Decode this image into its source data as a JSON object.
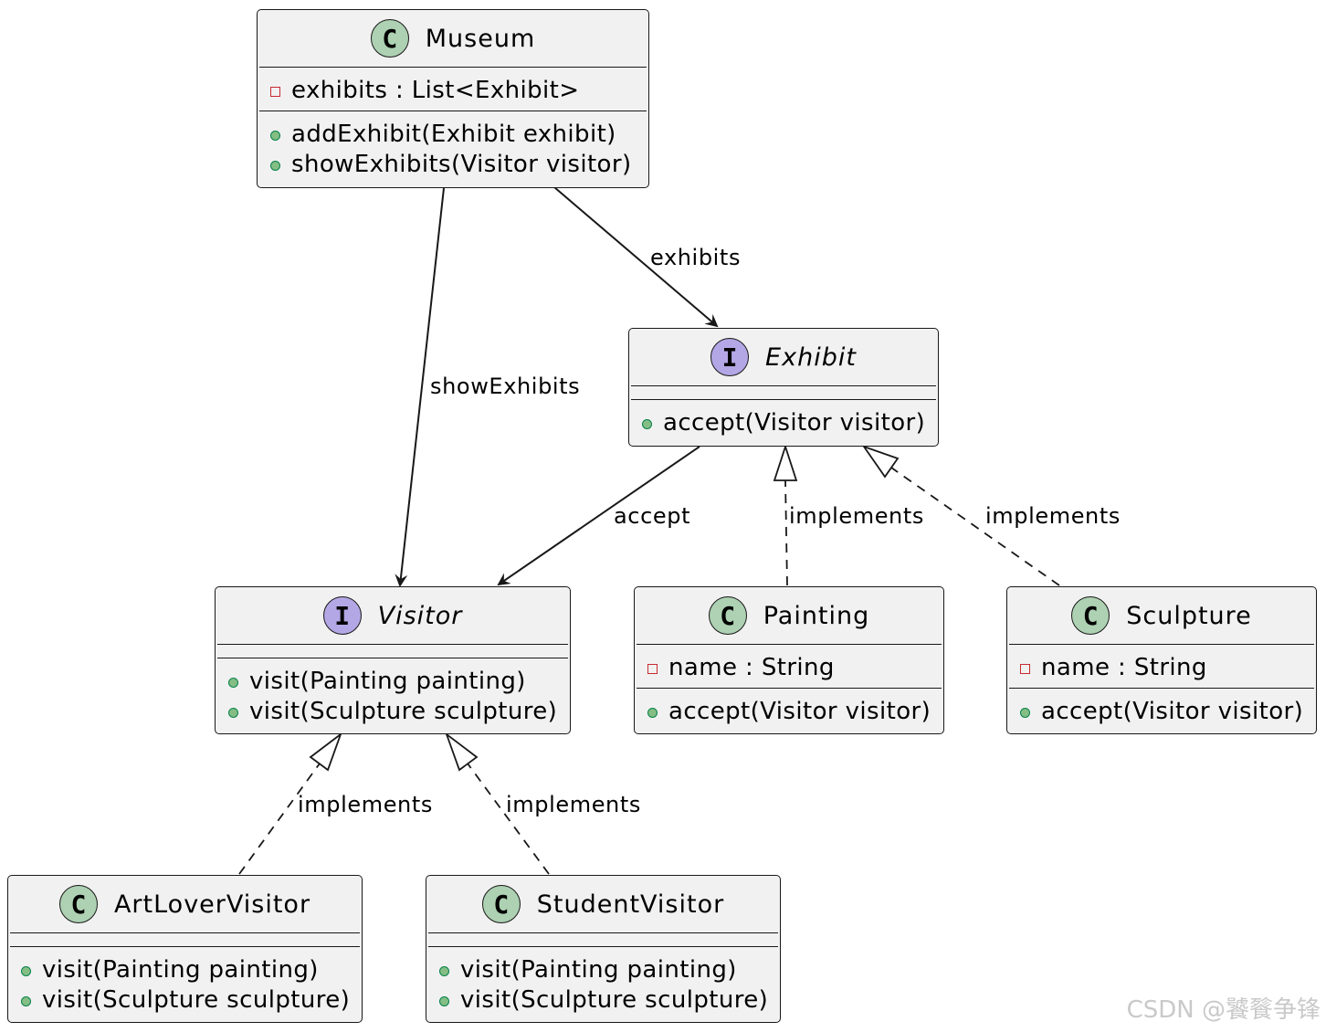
{
  "classes": {
    "museum": {
      "kind": "C",
      "name": "Museum",
      "fields": [
        {
          "visibility": "private",
          "text": "exhibits : List<Exhibit>"
        }
      ],
      "methods": [
        {
          "visibility": "public",
          "text": "addExhibit(Exhibit exhibit)"
        },
        {
          "visibility": "public",
          "text": "showExhibits(Visitor visitor)"
        }
      ]
    },
    "exhibit": {
      "kind": "I",
      "name": "Exhibit",
      "fields": [],
      "methods": [
        {
          "visibility": "public",
          "text": "accept(Visitor visitor)"
        }
      ]
    },
    "visitor": {
      "kind": "I",
      "name": "Visitor",
      "fields": [],
      "methods": [
        {
          "visibility": "public",
          "text": "visit(Painting painting)"
        },
        {
          "visibility": "public",
          "text": "visit(Sculpture sculpture)"
        }
      ]
    },
    "painting": {
      "kind": "C",
      "name": "Painting",
      "fields": [
        {
          "visibility": "private",
          "text": "name : String"
        }
      ],
      "methods": [
        {
          "visibility": "public",
          "text": "accept(Visitor visitor)"
        }
      ]
    },
    "sculpture": {
      "kind": "C",
      "name": "Sculpture",
      "fields": [
        {
          "visibility": "private",
          "text": "name : String"
        }
      ],
      "methods": [
        {
          "visibility": "public",
          "text": "accept(Visitor visitor)"
        }
      ]
    },
    "artlover": {
      "kind": "C",
      "name": "ArtLoverVisitor",
      "fields": [],
      "methods": [
        {
          "visibility": "public",
          "text": "visit(Painting painting)"
        },
        {
          "visibility": "public",
          "text": "visit(Sculpture sculpture)"
        }
      ]
    },
    "student": {
      "kind": "C",
      "name": "StudentVisitor",
      "fields": [],
      "methods": [
        {
          "visibility": "public",
          "text": "visit(Painting painting)"
        },
        {
          "visibility": "public",
          "text": "visit(Sculpture sculpture)"
        }
      ]
    }
  },
  "relations": [
    {
      "from": "Museum",
      "to": "Exhibit",
      "type": "association",
      "label": "exhibits"
    },
    {
      "from": "Museum",
      "to": "Visitor",
      "type": "association",
      "label": "showExhibits"
    },
    {
      "from": "Exhibit",
      "to": "Visitor",
      "type": "association",
      "label": "accept"
    },
    {
      "from": "Painting",
      "to": "Exhibit",
      "type": "realization",
      "label": "implements"
    },
    {
      "from": "Sculpture",
      "to": "Exhibit",
      "type": "realization",
      "label": "implements"
    },
    {
      "from": "ArtLoverVisitor",
      "to": "Visitor",
      "type": "realization",
      "label": "implements"
    },
    {
      "from": "StudentVisitor",
      "to": "Visitor",
      "type": "realization",
      "label": "implements"
    }
  ],
  "watermark": "CSDN @饕餮争锋"
}
